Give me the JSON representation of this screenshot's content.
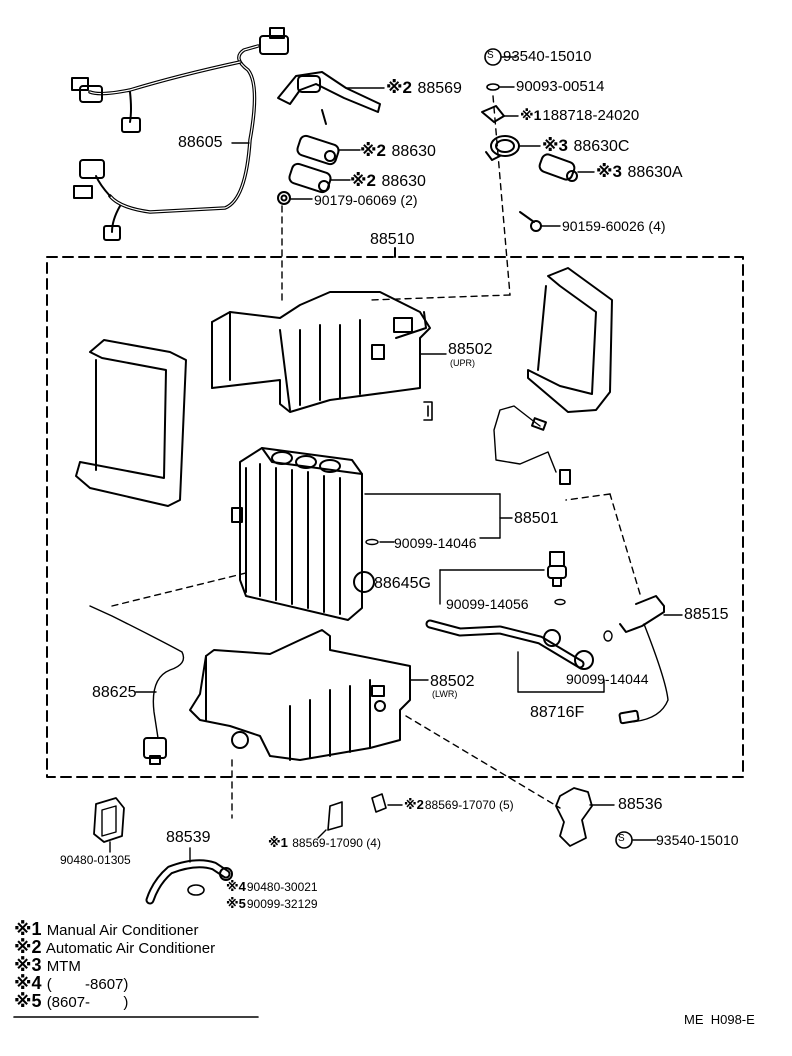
{
  "diagram": {
    "callouts": {
      "p93540_top": "93540-15010",
      "p90093": "90093-00514",
      "p88718": "188718-24020",
      "p88630c": "88630C",
      "p88630a": "88630A",
      "p88569": "88569",
      "p88605": "88605",
      "p88630_1": "88630",
      "p88630_2": "88630",
      "p90179": "90179-06069 (2)",
      "p90159": "90159-60026 (4)",
      "p88510": "88510",
      "p88502_upr": "88502",
      "p88502_upr_sub": "(UPR)",
      "p88501": "88501",
      "p90099_14046": "90099-14046",
      "p88645g": "88645G",
      "p90099_14056": "90099-14056",
      "p88515": "88515",
      "p90099_14044": "90099-14044",
      "p88716f": "88716F",
      "p88625": "88625",
      "p88502_lwr": "88502",
      "p88502_lwr_sub": "(LWR)",
      "p88536": "88536",
      "p88569_17070": "88569-17070 (5)",
      "p88569_17090": "88569-17090 (4)",
      "p93540_bot": "93540-15010",
      "p90480_01305": "90480-01305",
      "p88539": "88539",
      "p90480_30021": "90480-30021",
      "p90099_32129": "90099-32129"
    },
    "marks": {
      "m1": "※1",
      "m2": "※2",
      "m3": "※3",
      "m4": "※4",
      "m5": "※5",
      "s": "S"
    },
    "legend": [
      {
        "mark": "※1",
        "text": "Manual Air Conditioner"
      },
      {
        "mark": "※2",
        "text": "Automatic Air Conditioner"
      },
      {
        "mark": "※3",
        "text": "MTM"
      },
      {
        "mark": "※4",
        "text": "(        -8607)"
      },
      {
        "mark": "※5",
        "text": "(8607-        )"
      }
    ],
    "footer_code": "ME  H098-E"
  }
}
